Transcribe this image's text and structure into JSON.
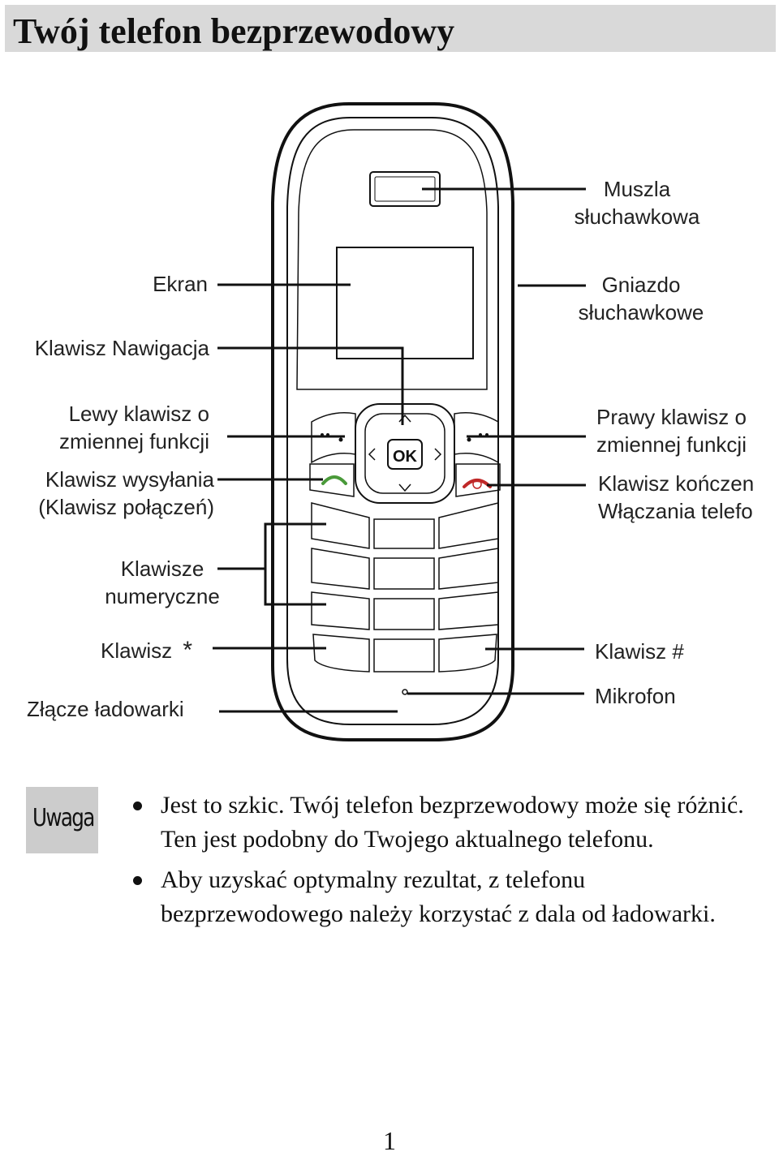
{
  "page": {
    "title": "Twój telefon bezprzewodowy",
    "page_number": "1"
  },
  "labels": {
    "earpiece": [
      "Muszla",
      "słuchawkowa"
    ],
    "screen": "Ekran",
    "headset_jack": [
      "Gniazdo",
      "słuchawkowe"
    ],
    "nav_key": "Klawisz Nawigacja",
    "left_soft_key": [
      "Lewy klawisz o",
      "zmiennej funkcji"
    ],
    "right_soft_key": [
      "Prawy klawisz o",
      "zmiennej funkcji"
    ],
    "send_key": [
      "Klawisz wysyłania",
      "(Klawisz połączeń)"
    ],
    "end_key": [
      "Klawisz kończen",
      "Włączania telefo"
    ],
    "numeric_keys": [
      "Klawisze",
      "numeryczne"
    ],
    "star_key": "Klawisz",
    "star_symbol": "*",
    "hash_key": "Klawisz #",
    "charger": "Złącze ładowarki",
    "microphone": "Mikrofon"
  },
  "phone": {
    "ok_label": "OK"
  },
  "note": {
    "badge": "Uwaga",
    "items": [
      "Jest to szkic. Twój telefon bezprzewodowy może się różnić. Ten jest podobny do Twojego aktualnego telefonu.",
      "Aby uzyskać optymalny rezultat, z telefonu bezprzewodowego należy korzystać z dala od ładowarki."
    ]
  },
  "colors": {
    "send_key": "#4a9a3a",
    "end_key": "#c02828",
    "title_bar": "#d9d9d9",
    "note_badge": "#cccccc"
  }
}
